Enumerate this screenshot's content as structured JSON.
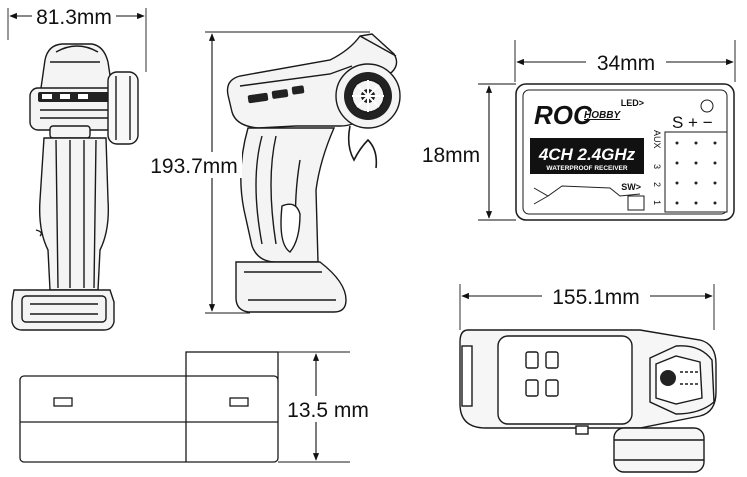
{
  "dimensions": {
    "front_width": "81.3mm",
    "side_height": "193.7mm",
    "receiver_width": "34mm",
    "receiver_height": "18mm",
    "receiver_depth": "13.5 mm",
    "top_length": "155.1mm"
  },
  "receiver_label": {
    "brand": "ROC",
    "brand_sub": "HOBBY",
    "model": "4CH 2.4GHz",
    "tagline": "WATERPROOF RECEIVER",
    "led": "LED>",
    "sw": "SW>",
    "pin_header": "S + −",
    "channel_aux": "AUX",
    "channel_3": "3",
    "channel_2": "2",
    "channel_1": "1"
  },
  "colors": {
    "line": "#1a1a1a",
    "fill_light": "#f2f2f2",
    "fill_dark": "#222222",
    "label_bg": "#111111"
  }
}
